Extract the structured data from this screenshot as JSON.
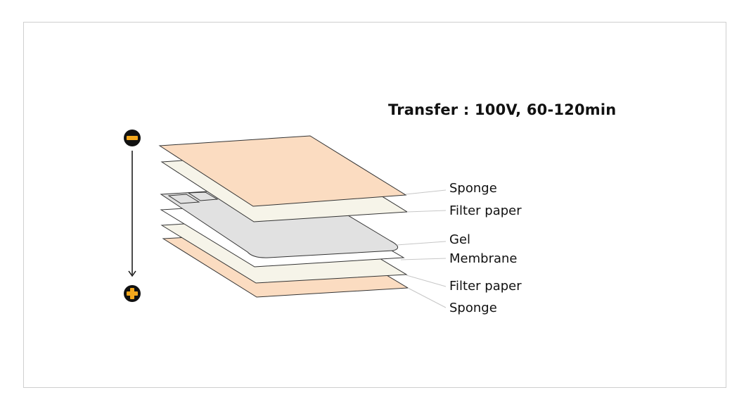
{
  "title": "Transfer : 100V, 60-120min",
  "layers": [
    {
      "label": "Sponge",
      "color": "#fbdcc1"
    },
    {
      "label": "Filter paper",
      "color": "#f6f4e9"
    },
    {
      "label": "Gel",
      "color": "#e1e1e1"
    },
    {
      "label": "Membrane",
      "color": "#ffffff"
    },
    {
      "label": "Filter paper",
      "color": "#f6f4e9"
    },
    {
      "label": "Sponge",
      "color": "#fbdcc1"
    }
  ],
  "electrodes": {
    "top": {
      "icon": "minus-circle-icon",
      "color": "#f3a81d"
    },
    "bottom": {
      "icon": "plus-circle-icon",
      "color": "#f3a81d"
    }
  },
  "arrow_icon": "down-arrow-icon"
}
